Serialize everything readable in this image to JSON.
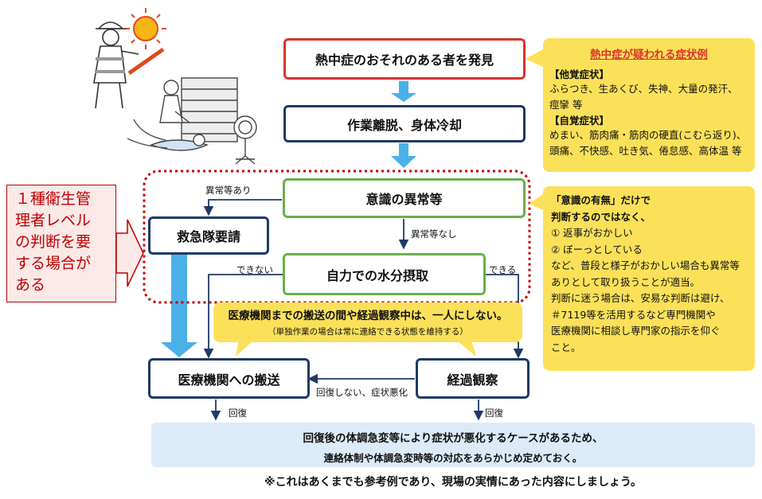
{
  "flow": {
    "discover": "熱中症のおそれのある者を発見",
    "evacuate": "作業離脱、身体冷却",
    "consciousness": "意識の異常等",
    "ambulance": "救急隊要請",
    "hydration": "自力での水分摂取",
    "transport": "医療機関への搬送",
    "observe": "経過観察"
  },
  "edges": {
    "abnormal": "異常等あり",
    "normal": "異常等なし",
    "cannot": "できない",
    "can": "できる",
    "worsen": "回復しない、症状悪化",
    "recover_left": "回復",
    "recover_right": "回復"
  },
  "symptoms": {
    "title": "熱中症が疑われる症状例",
    "other_head": "【他覚症状】",
    "other_1": "ふらつき、生あくび、失神、大量の発汗、",
    "other_2": "痙攣 等",
    "self_head": "【自覚症状】",
    "self_1": "めまい、筋肉痛・筋肉の硬直(こむら返り)、",
    "self_2": "頭痛、不快感、吐き気、倦怠感、高体温 等"
  },
  "judge": {
    "line1": "「意識の有無」だけで",
    "line2": "判断するのではなく、",
    "item1": "① 返事がおかしい",
    "item2": "② ぼーっとしている",
    "line5": "など、普段と様子がおかしい場合も異常等",
    "line6": "ありとして取り扱うことが適当。",
    "line7": "判断に迷う場合は、安易な判断は避け、",
    "line8": "＃7119等を活用するなど専門機関や",
    "line9": "医療機関に相談し専門家の指示を仰ぐ",
    "line10": "こと。"
  },
  "callout": {
    "main": "医療機関までの搬送の間や経過観察中は、一人にしない。",
    "sub": "（単独作業の場合は常に連絡できる状態を維持する）"
  },
  "left_note": {
    "line1": "１種衛生管",
    "line2": "理者レベル",
    "line3": "の判断を要",
    "line4": "する場合が",
    "line5": "ある"
  },
  "bottom_box": {
    "line1": "回復後の体調急変等により症状が悪化するケースがあるため、",
    "line2": "連絡体制や体調急変時等の対応をあらかじめ定めておく。"
  },
  "footer": "※これはあくまでも参考例であり、現場の実情にあった内容にしましょう。",
  "colors": {
    "red": "#d9342b",
    "navy": "#1f3a66",
    "green": "#6ab04c",
    "yellow": "#fbe15a",
    "light_blue": "#dcebf7",
    "arrow_blue": "#4ab1e8"
  }
}
